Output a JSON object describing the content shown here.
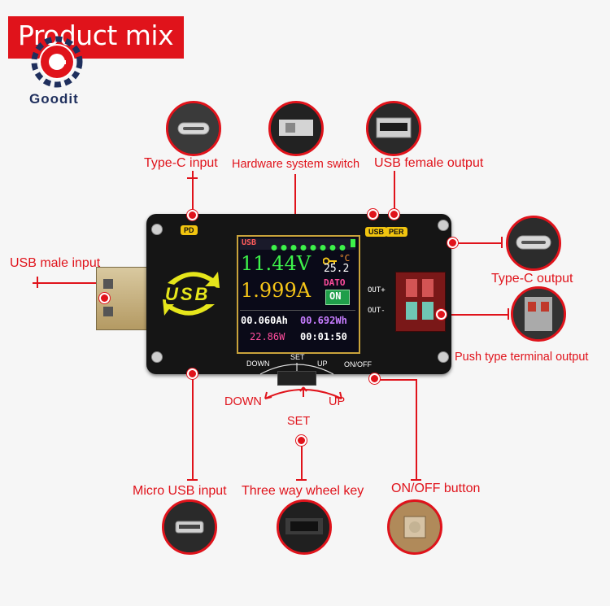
{
  "banner": {
    "title": "Product mix"
  },
  "logo": {
    "word": "Goodit"
  },
  "labels": {
    "typec_input": "Type-C input",
    "hardware_switch": "Hardware system switch",
    "usb_female_output": "USB female output",
    "usb_male_input": "USB male input",
    "typec_output": "Type-C output",
    "push_terminal_output": "Push type terminal output",
    "micro_usb_input": "Micro USB input",
    "wheel_key": "Three way wheel key",
    "onoff_button": "ON/OFF button",
    "down": "DOWN",
    "up": "UP",
    "set": "SET"
  },
  "device": {
    "tag_pd": "PD",
    "tag_usb": "USB",
    "tag_per": "PER",
    "out_plus": "OUT+",
    "out_minus": "OUT-",
    "dial_down": "DOWN",
    "dial_set": "SET",
    "dial_up": "UP",
    "onoff": "ON/OFF",
    "badge_text": "USB"
  },
  "screen": {
    "usb_tag": "USB",
    "voltage": "11.44V",
    "current": "1.999A",
    "temp": "25.2",
    "temp_unit": "°C",
    "mode": "DATO",
    "state": "ON",
    "capacity": "00.060Ah",
    "energy": "00.692Wh",
    "power": "22.86W",
    "time": "00:01:50"
  },
  "colors": {
    "accent": "#e0131b",
    "voltage": "#3df24a",
    "current": "#f5c518"
  }
}
